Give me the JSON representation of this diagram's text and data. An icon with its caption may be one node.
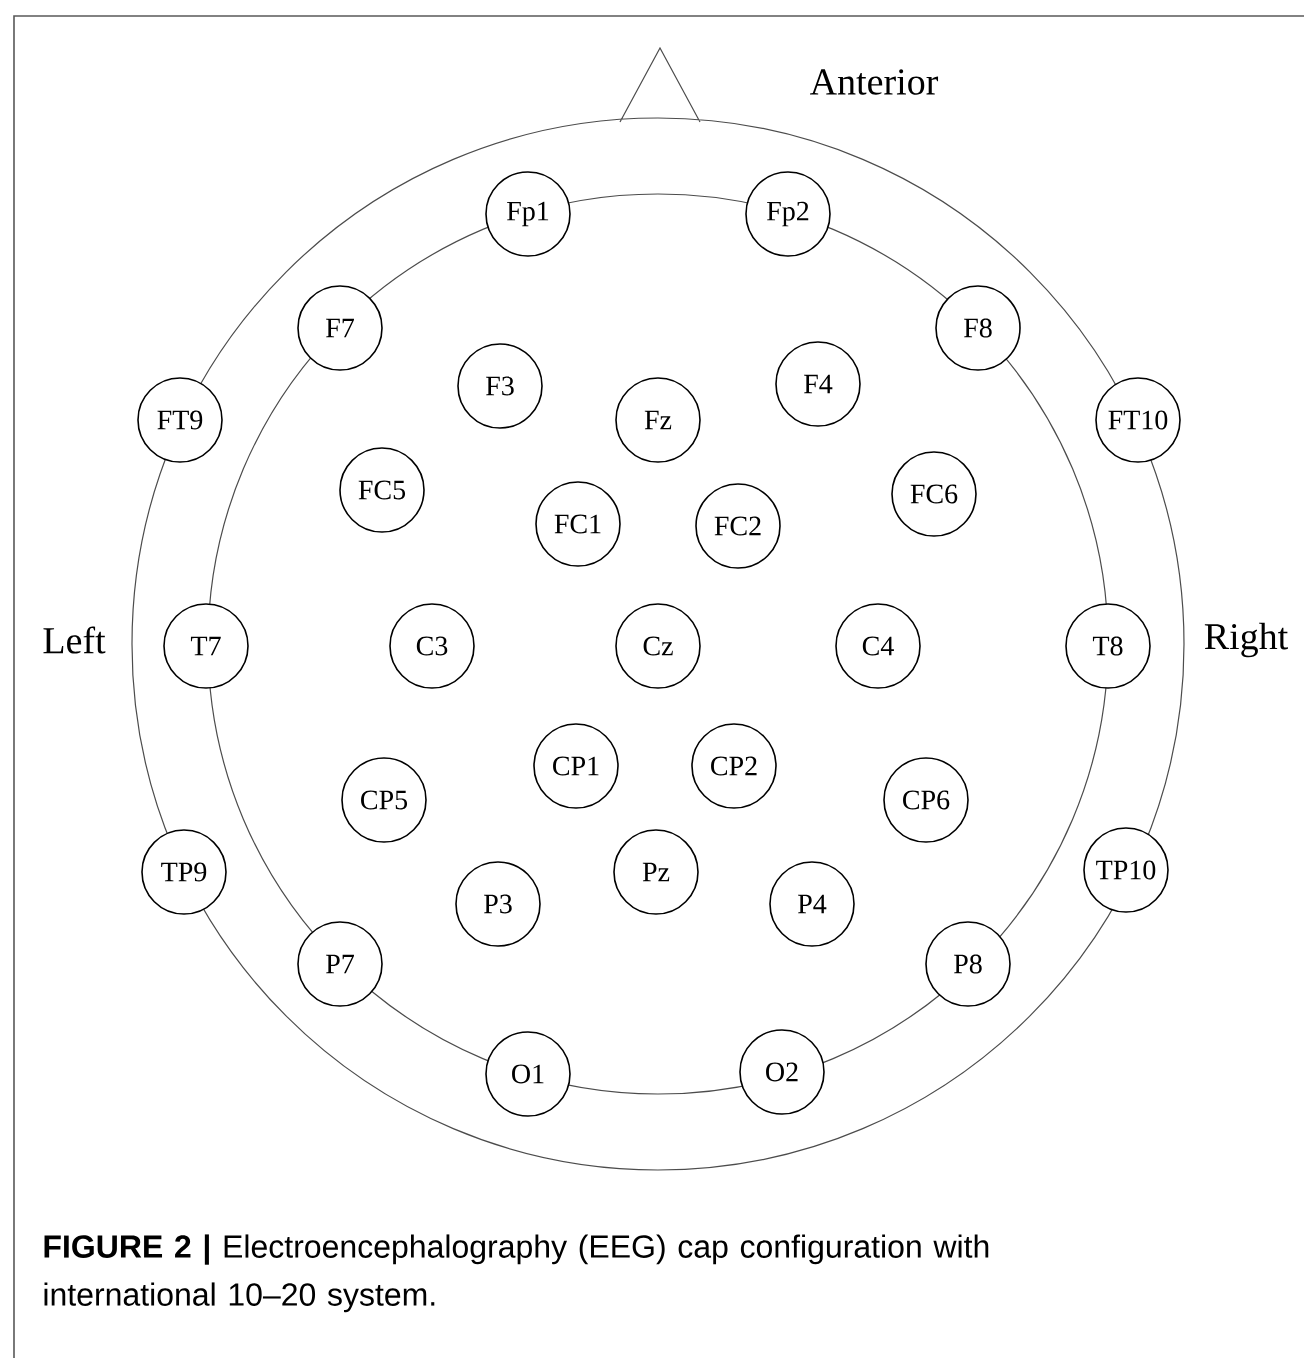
{
  "diagram": {
    "caption": "**FIGURE 2 |** Electroencephalography (EEG) cap configuration with international 10–20 system.",
    "nodes": [
      {
        "text": [
          "Fp1"
        ]
      },
      {
        "text": [
          "Fp2"
        ]
      },
      {
        "text": [
          "F7"
        ]
      },
      {
        "text": [
          "F8"
        ]
      },
      {
        "text": [
          "FT9"
        ]
      },
      {
        "text": [
          "F3"
        ]
      },
      {
        "text": [
          "F4"
        ]
      },
      {
        "text": [
          "FT10"
        ]
      },
      {
        "text": [
          "Fz"
        ]
      },
      {
        "text": [
          "FC5"
        ]
      },
      {
        "text": [
          "FC6"
        ]
      },
      {
        "text": [
          "FC1"
        ]
      },
      {
        "text": [
          "FC2"
        ]
      },
      {
        "text": [
          "T7"
        ]
      },
      {
        "text": [
          "C3"
        ]
      },
      {
        "text": [
          "Cz"
        ]
      },
      {
        "text": [
          "C4"
        ]
      },
      {
        "text": [
          "T8"
        ]
      },
      {
        "text": [
          "CP1"
        ]
      },
      {
        "text": [
          "CP2"
        ]
      },
      {
        "text": [
          "CP5"
        ]
      },
      {
        "text": [
          "CP6"
        ]
      },
      {
        "text": [
          "TP9"
        ]
      },
      {
        "text": [
          "TP10"
        ]
      },
      {
        "text": [
          "Pz"
        ]
      },
      {
        "text": [
          "P3"
        ]
      },
      {
        "text": [
          "P4"
        ]
      },
      {
        "text": [
          "P7"
        ]
      },
      {
        "text": [
          "P8"
        ]
      },
      {
        "text": [
          "O1"
        ]
      },
      {
        "text": [
          "O2"
        ]
      }
    ],
    "labels": [
      "Anterior",
      "Left",
      "Right"
    ]
  }
}
